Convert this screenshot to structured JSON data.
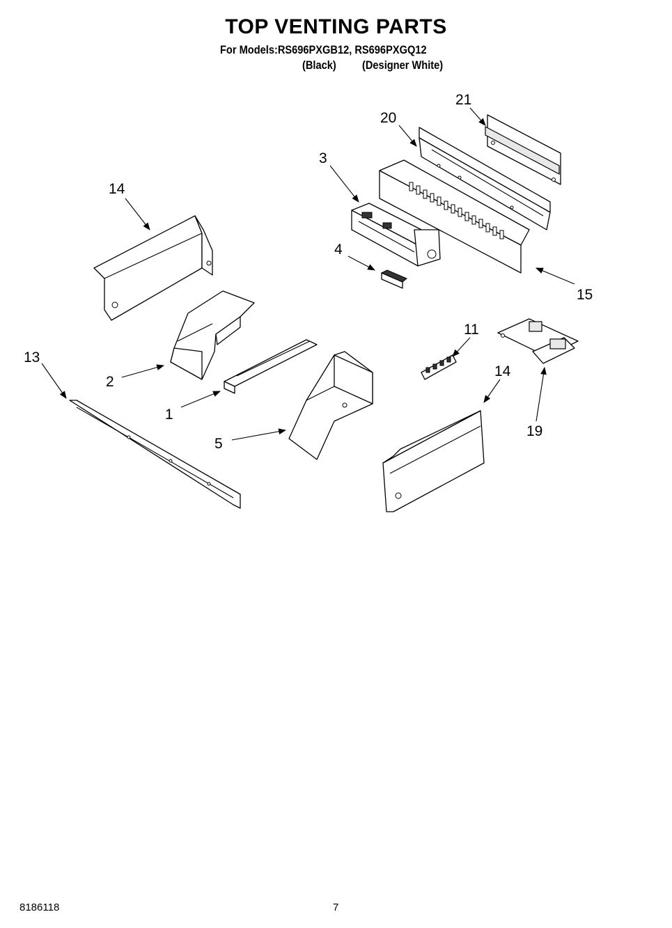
{
  "header": {
    "title": "TOP VENTING PARTS",
    "models": "For Models:RS696PXGB12, RS696PXGQ12",
    "variant_1": "(Black)",
    "variant_2": "(Designer White)"
  },
  "callouts": {
    "c21": "21",
    "c20": "20",
    "c3": "3",
    "c14_left": "14",
    "c4": "4",
    "c15": "15",
    "c11": "11",
    "c13": "13",
    "c2": "2",
    "c1": "1",
    "c14_right": "14",
    "c19": "19",
    "c5": "5"
  },
  "footer": {
    "doc_number": "8186118",
    "page_number": "7"
  }
}
